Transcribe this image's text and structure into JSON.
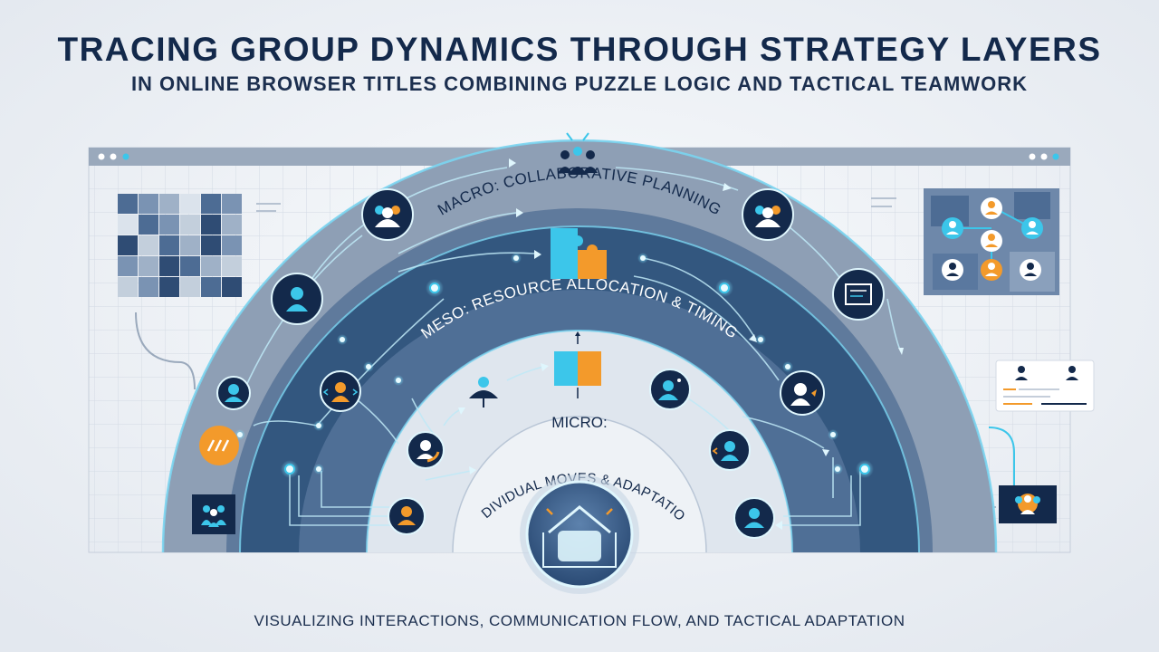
{
  "header": {
    "title": "TRACING GROUP DYNAMICS THROUGH STRATEGY LAYERS",
    "subtitle": "IN ONLINE BROWSER TITLES COMBINING PUZZLE LOGIC AND TACTICAL TEAMWORK"
  },
  "layers": {
    "macro": "MACRO: COLLABORATIVE PLANNING",
    "meso": "MESO: RESOURCE ALLOCATION & TIMING",
    "micro_line1": "MICRO:",
    "micro_line2": "INDIVIDUAL MOVES & ADAPTATION"
  },
  "footer": {
    "caption": "VISUALIZING INTERACTIONS, COMMUNICATION FLOW, AND TACTICAL ADAPTATION"
  },
  "colors": {
    "navy": "#13294b",
    "outer_ring": "#8e9fb5",
    "meso_ring": "#33577f",
    "micro_ring": "#dfe6ee",
    "cyan_accent": "#3cc6ea",
    "orange_accent": "#f39a2b",
    "background": "#eef1f5"
  },
  "icons": [
    "group-icon",
    "person-icon",
    "puzzle-icon",
    "flag-icon",
    "browser-window-icon",
    "chat-panel-icon",
    "code-panel-icon",
    "arrows-icon"
  ]
}
